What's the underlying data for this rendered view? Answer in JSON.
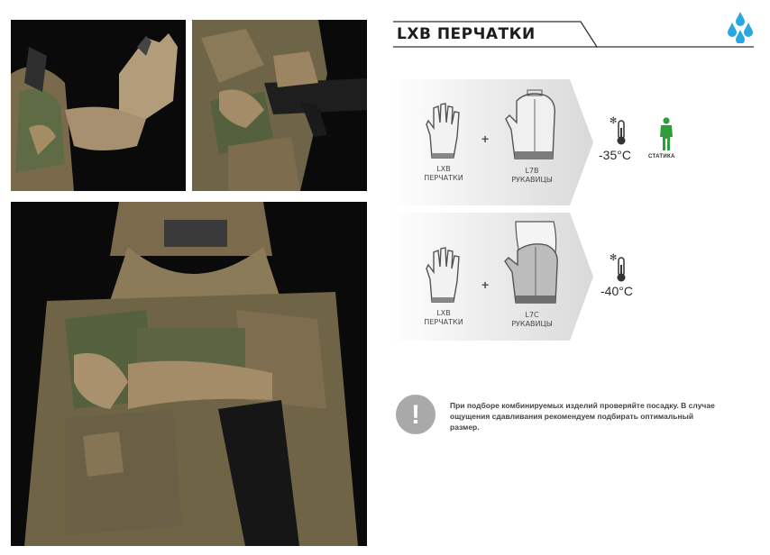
{
  "header": {
    "title": "LXB ПЕРЧАТКИ",
    "drops_icon": "water-drops-icon",
    "accent_color": "#29a8e0"
  },
  "photos": [
    {
      "name": "photo-hand-glove-adjust",
      "icon": "camo-photo"
    },
    {
      "name": "photo-rifle-grip",
      "icon": "camo-photo"
    },
    {
      "name": "photo-soldier-full",
      "icon": "camo-photo"
    }
  ],
  "combinations": [
    {
      "left": {
        "line1": "LXB",
        "line2": "ПЕРЧАТКИ",
        "icon": "glove-icon"
      },
      "plus": "+",
      "right": {
        "line1": "L7B",
        "line2": "РУКАВИЦЫ",
        "icon": "mitten-icon"
      },
      "temperature": "-35°C",
      "thermometer_icon": "snow-thermometer-icon",
      "mode": "СТАТИКА",
      "mode_icon": "standing-person-icon",
      "mode_color": "#2e9e3a"
    },
    {
      "left": {
        "line1": "LXB",
        "line2": "ПЕРЧАТКИ",
        "icon": "glove-icon"
      },
      "plus": "+",
      "right": {
        "line1": "L7C",
        "line2": "РУКАВИЦЫ",
        "icon": "mitten-icon"
      },
      "temperature": "-40°C",
      "thermometer_icon": "snow-thermometer-icon"
    }
  ],
  "notice": {
    "icon": "exclamation-icon",
    "mark": "!",
    "text": "При подборе комбинируемых изделий проверяйте посадку. В случае ощущения сдавливания рекомендуем подбирать оптимальный размер."
  }
}
